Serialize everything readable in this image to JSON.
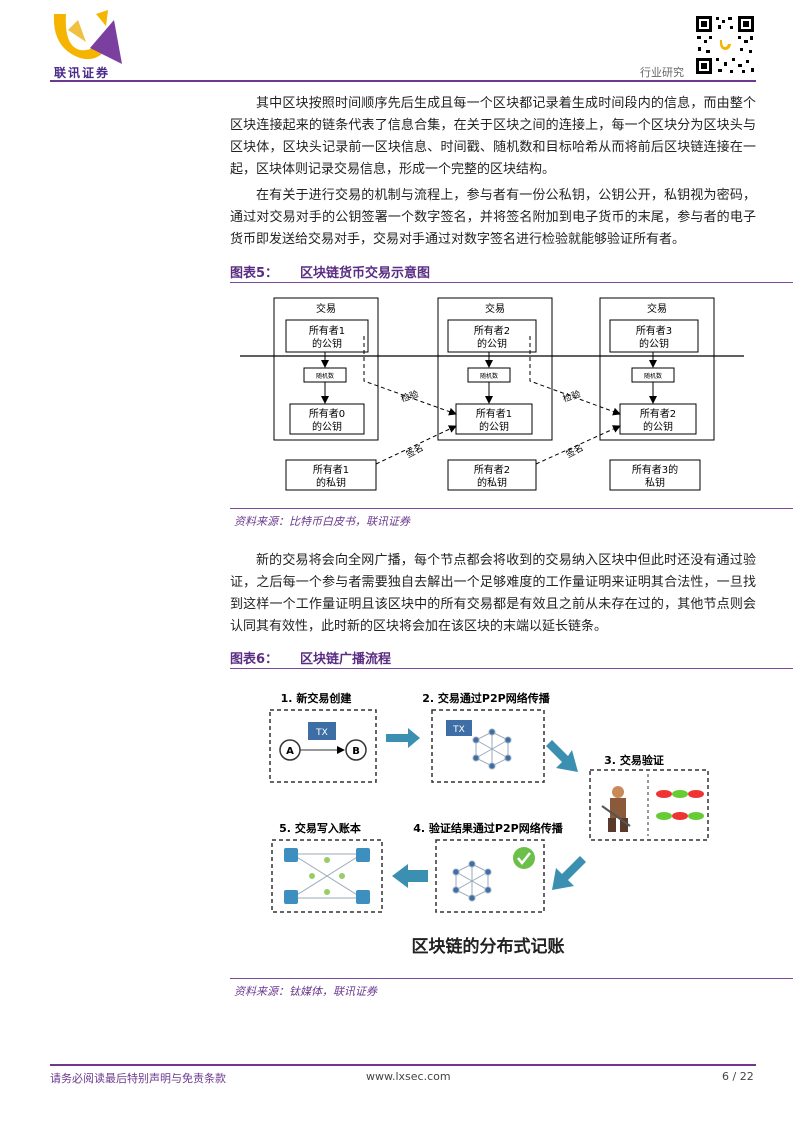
{
  "header": {
    "company_name": "联讯证券",
    "section_label": "行业研究"
  },
  "paragraphs": [
    "其中区块按照时间顺序先后生成且每一个区块都记录着生成时间段内的信息，而由整个区块连接起来的链条代表了信息合集，在关于区块之间的连接上，每一个区块分为区块头与区块体，区块头记录前一区块信息、时间戳、随机数和目标哈希从而将前后区块链连接在一起，区块体则记录交易信息，形成一个完整的区块结构。",
    "在有关于进行交易的机制与流程上，参与者有一份公私钥，公钥公开，私钥视为密码，通过对交易对手的公钥签署一个数字签名，并将签名附加到电子货币的末尾，参与者的电子货币即发送给交易对手，交易对手通过对数字签名进行检验就能够验证所有者。",
    "新的交易将会向全网广播，每个节点都会将收到的交易纳入区块中但此时还没有通过验证，之后每一个参与者需要独自去解出一个足够难度的工作量证明来证明其合法性，一旦找到这样一个工作量证明且该区块中的所有交易都是有效且之前从未存在过的，其他节点则会认同其有效性，此时新的区块将会加在该区块的末端以延长链条。"
  ],
  "figure5": {
    "label": "图表5：",
    "title": "区块链货币交易示意图",
    "source": "资料来源：比特币白皮书，联讯证券",
    "blocks": [
      {
        "tx": "交易",
        "owner_top": [
          "所有者1",
          "的公钥"
        ],
        "nonce": "随机数",
        "owner_bottom": [
          "所有者0",
          "的公钥"
        ],
        "private": [
          "所有者1",
          "的私钥"
        ]
      },
      {
        "tx": "交易",
        "owner_top": [
          "所有者2",
          "的公钥"
        ],
        "nonce": "随机数",
        "owner_bottom": [
          "所有者1",
          "的公钥"
        ],
        "private": [
          "所有者2",
          "的私钥"
        ]
      },
      {
        "tx": "交易",
        "owner_top": [
          "所有者3",
          "的公钥"
        ],
        "nonce": "随机数",
        "owner_bottom": [
          "所有者2",
          "的公钥"
        ],
        "private": [
          "所有者3的",
          "私钥"
        ]
      }
    ],
    "verify_label": "检验",
    "sign_label": "签名"
  },
  "figure6": {
    "label": "图表6：",
    "title": "区块链广播流程",
    "source": "资料来源：钛媒体，联讯证券",
    "steps": [
      "1. 新交易创建",
      "2. 交易通过P2P网络传播",
      "3. 交易验证",
      "4. 验证结果通过P2P网络传播",
      "5. 交易写入账本"
    ],
    "tx_tag": "TX",
    "node_a": "A",
    "node_b": "B",
    "caption": "区块链的分布式记账"
  },
  "footer": {
    "disclaimer": "请务必阅读最后特别声明与免责条款",
    "website": "www.lxsec.com",
    "page": "6 / 22"
  },
  "colors": {
    "brand_purple": "#6b3a8f",
    "figure_title": "#5a2d82",
    "logo_yellow": "#f4b400",
    "arrow_blue": "#3b8fb0",
    "tx_blue": "#3d6ea5"
  }
}
